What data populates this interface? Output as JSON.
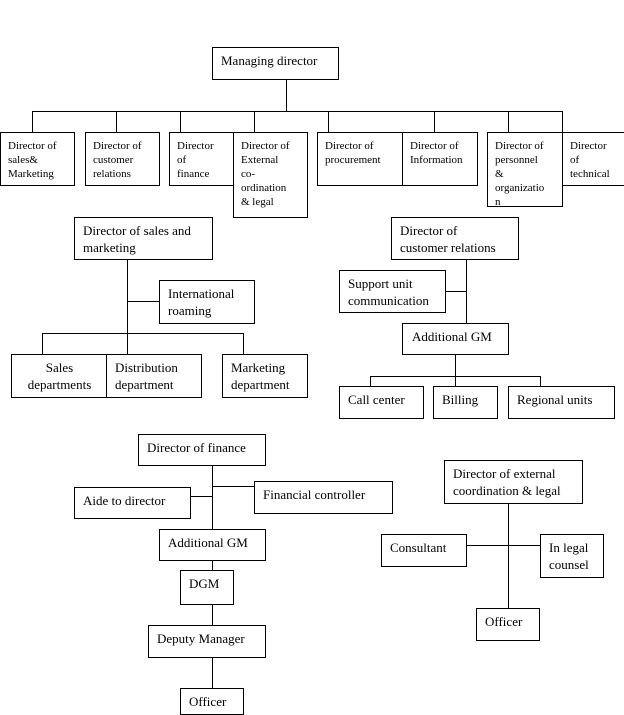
{
  "top": {
    "managing_director": "Managing director",
    "directors": [
      "Director of\nsales&\nMarketing",
      "Director of\ncustomer\nrelations",
      "Director\nof\nfinance",
      "Director of\nExternal\nco-\nordination\n& legal",
      "Director of\nprocurement",
      "Director of\nInformation",
      "Director of\npersonnel\n&\norganizatio\nn",
      "Director\nof\ntechnical"
    ]
  },
  "sales": {
    "head": "Director of sales and\nmarketing",
    "side": "International\nroaming",
    "children": [
      "Sales\ndepartments",
      "Distribution\ndepartment",
      "Marketing\ndepartment"
    ]
  },
  "customer": {
    "head": "Director of\ncustomer relations",
    "side": "Support unit\ncommunication",
    "mid": "Additional GM",
    "children": [
      "Call center",
      "Billing",
      "Regional units"
    ]
  },
  "finance": {
    "head": "Director of finance",
    "left": "Aide to director",
    "right": "Financial controller",
    "chain": [
      "Additional GM",
      "DGM",
      "Deputy Manager",
      "Officer"
    ]
  },
  "external": {
    "head": "Director of external\ncoordination & legal",
    "left": "Consultant",
    "right": "In legal\ncounsel",
    "bottom": "Officer"
  }
}
